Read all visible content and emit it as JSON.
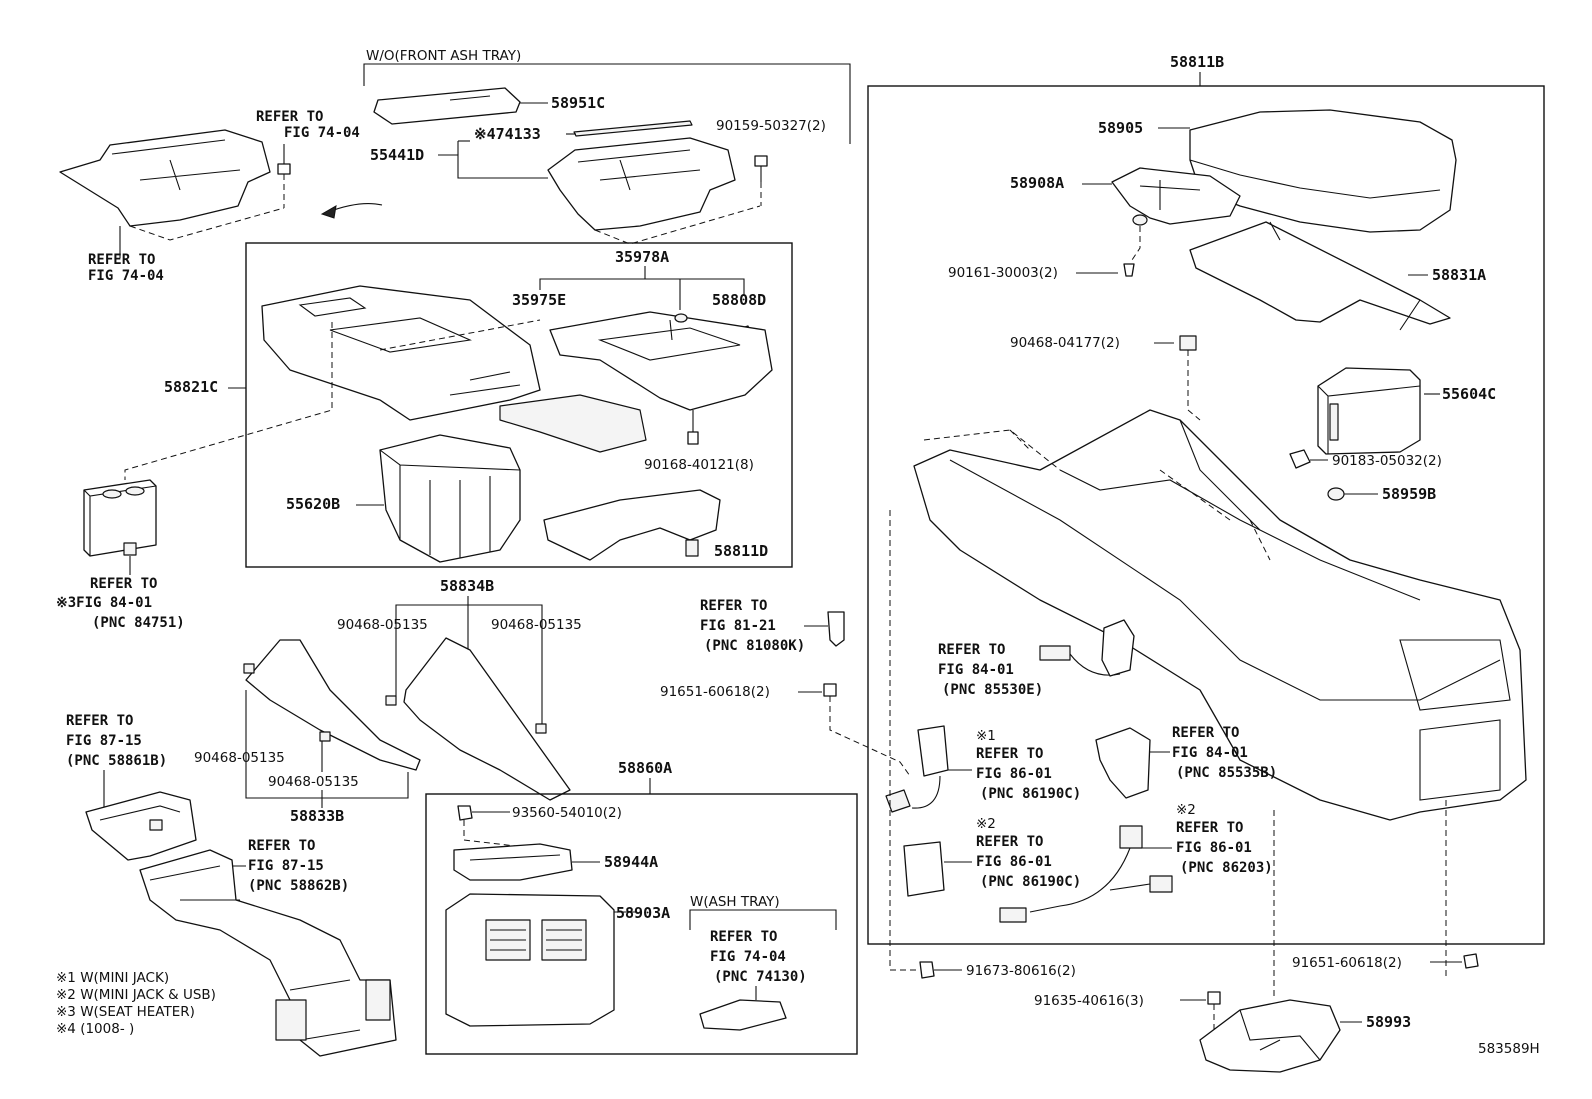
{
  "diagram": {
    "code": "583589H",
    "groups": {
      "front_ash_tray": "W/O(FRONT ASH TRAY)",
      "ash_tray": "W(ASH TRAY)"
    },
    "labels": {
      "p58811B": "58811B",
      "p58905": "58905",
      "p58908A": "58908A",
      "p90161": "90161-30003(2)",
      "p58831A": "58831A",
      "p90468_04177": "90468-04177(2)",
      "p55604C": "55604C",
      "p90183": "90183-05032(2)",
      "p58959B": "58959B",
      "p58951C": "58951C",
      "p74133": "※474133",
      "p90159": "90159-50327(2)",
      "p55441D": "55441D",
      "p35978A": "35978A",
      "p35975E": "35975E",
      "p58808D": "58808D",
      "p58821C": "58821C",
      "p90168": "90168-40121(8)",
      "p55620B": "55620B",
      "p58811D": "58811D",
      "p58834B": "58834B",
      "p90468_a": "90468-05135",
      "p90468_b": "90468-05135",
      "p90468_c": "90468-05135",
      "p90468_d": "90468-05135",
      "p58833B": "58833B",
      "p91651_top": "91651-60618(2)",
      "p58860A": "58860A",
      "p93560": "93560-54010(2)",
      "p58944A": "58944A",
      "p58903A": "58903A",
      "p91673": "91673-80616(2)",
      "p91635": "91635-40616(3)",
      "p58993": "58993",
      "p91651_bot": "91651-60618(2)"
    },
    "refs": {
      "r1_a": "REFER TO",
      "r1_b": "FIG 74-04",
      "r2_a": "REFER TO",
      "r2_b": "FIG 74-04",
      "r3_a": "REFER TO",
      "r3_b": "※3FIG 84-01",
      "r3_c": "(PNC 84751)",
      "r4_a": "REFER TO",
      "r4_b": "FIG 81-21",
      "r4_c": "(PNC 81080K)",
      "r5_a": "REFER TO",
      "r5_b": "FIG 87-15",
      "r5_c": "(PNC 58861B)",
      "r6_a": "REFER TO",
      "r6_b": "FIG 87-15",
      "r6_c": "(PNC 58862B)",
      "r7_a": "REFER TO",
      "r7_b": "FIG 74-04",
      "r7_c": "(PNC 74130)",
      "r8_a": "REFER TO",
      "r8_b": "FIG 84-01",
      "r8_c": "(PNC 85530E)",
      "r9_n": "※1",
      "r9_a": "REFER TO",
      "r9_b": "FIG 86-01",
      "r9_c": "(PNC 86190C)",
      "r10_a": "REFER TO",
      "r10_b": "FIG 84-01",
      "r10_c": "(PNC 85535B)",
      "r11_n": "※2",
      "r11_a": "REFER TO",
      "r11_b": "FIG 86-01",
      "r11_c": "(PNC 86190C)",
      "r12_n": "※2",
      "r12_a": "REFER TO",
      "r12_b": "FIG 86-01",
      "r12_c": "(PNC 86203)"
    },
    "notes": [
      "※1 W(MINI JACK)",
      "※2 W(MINI JACK & USB)",
      "※3 W(SEAT HEATER)",
      "※4 (1008-        )"
    ]
  }
}
